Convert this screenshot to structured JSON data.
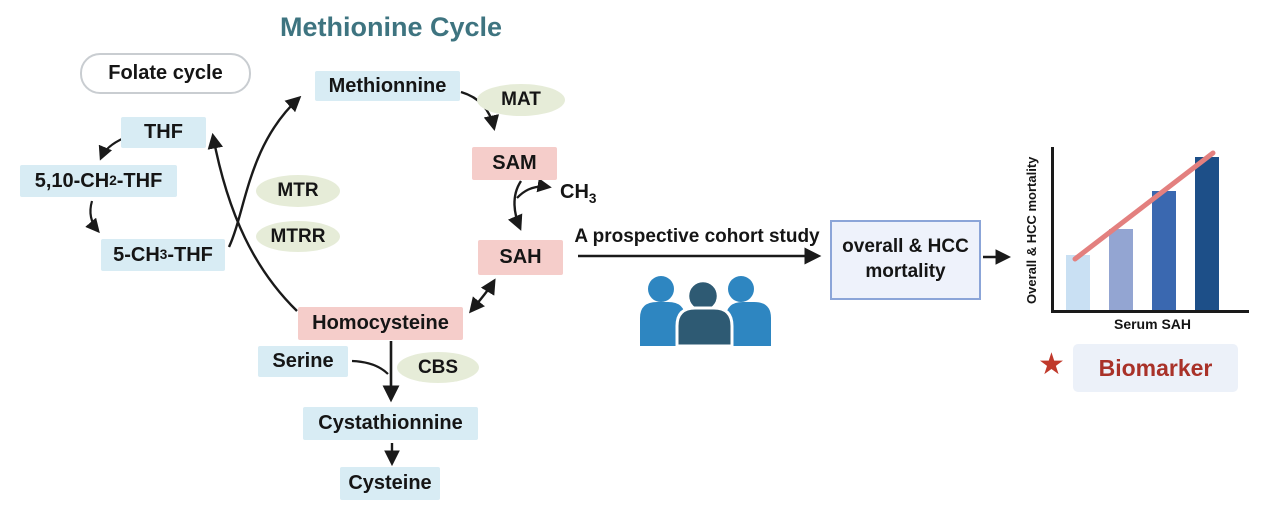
{
  "title": "Methionine Cycle",
  "folate_cycle": {
    "label": "Folate cycle"
  },
  "nodes": {
    "thf": "THF",
    "ch2_thf": {
      "pre": "5,10-CH",
      "sub": "2",
      "post": "-THF"
    },
    "ch3_thf": {
      "pre": "5-CH",
      "sub": "3",
      "post": "-THF"
    },
    "methionnine": "Methionnine",
    "sam": "SAM",
    "ch3": {
      "pre": "CH",
      "sub": "3",
      "post": ""
    },
    "sah": "SAH",
    "homocysteine": "Homocysteine",
    "serine": "Serine",
    "cystathionnine": "Cystathionnine",
    "cysteine": "Cysteine"
  },
  "enzymes": {
    "mat": "MAT",
    "mtr": "MTR",
    "mtrr": "MTRR",
    "cbs": "CBS"
  },
  "study": {
    "arrow_label": "A prospective cohort study",
    "outcome": "overall & HCC mortality"
  },
  "legend": {
    "star": "★",
    "label": "Biomarker"
  },
  "palette": {
    "title_teal": "#3e7480",
    "metabolite_blue": "#d8ecf4",
    "metabolite_pink": "#f5cdca",
    "enzyme_green": "#e6ecd8",
    "outcome_box_fill": "#eef2fb",
    "outcome_box_border": "#8ba5d8",
    "people_light_blue": "#2e86c1",
    "people_dark_blue": "#2e5a73",
    "biomarker_text_red": "#a93229",
    "star_red": "#c0392b",
    "arrow_black": "#1a1a1a"
  },
  "chart_data": {
    "type": "bar",
    "title": "",
    "xlabel": "Serum SAH",
    "ylabel": "Overall & HCC mortality",
    "categories": [
      "",
      "",
      "",
      ""
    ],
    "values": [
      34,
      50,
      74,
      95
    ],
    "ylim": [
      0,
      100
    ],
    "grid": false,
    "bar_colors": [
      "#c9e0f3",
      "#93a5d2",
      "#3a68b0",
      "#1d4f88"
    ],
    "trend_line": {
      "color": "#e3807f",
      "direction": "increasing"
    }
  }
}
